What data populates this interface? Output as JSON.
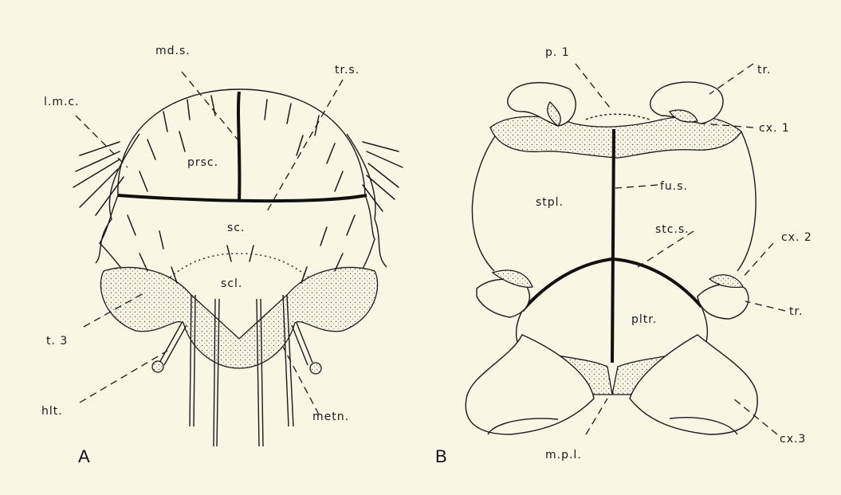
{
  "panel_a": {
    "letter": "A",
    "labels": {
      "mds": "md.s.",
      "trs": "tr.s.",
      "lmc": "l.m.c.",
      "prsc": "prsc.",
      "sc": "sc.",
      "scl": "scl.",
      "t3": "t. 3",
      "hlt": "hlt.",
      "metn": "metn."
    }
  },
  "panel_b": {
    "letter": "B",
    "labels": {
      "p1": "p. 1",
      "tr_top": "tr.",
      "cx1": "cx. 1",
      "fus": "fu.s.",
      "stpl": "stpl.",
      "stcs": "stc.s.",
      "cx2": "cx. 2",
      "pltr": "pltr.",
      "tr_bottom": "tr.",
      "mpl": "m.p.l.",
      "cx3": "cx.3"
    }
  }
}
